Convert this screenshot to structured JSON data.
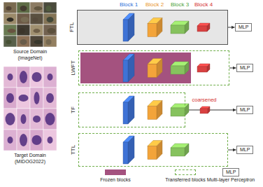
{
  "diagram": {
    "nodes": [
      {
        "text": [
          "FTL"
        ]
      },
      {
        "text": [
          "MLP"
        ]
      },
      {
        "text": [
          "LWFT"
        ]
      },
      {
        "text": [
          "MLP"
        ]
      },
      {
        "text": [
          "TF"
        ]
      },
      {
        "text": [
          "MLP"
        ]
      },
      {
        "text": [
          "TTL"
        ]
      },
      {
        "text": [
          "MLP"
        ]
      },
      {
        "text": [
          "MLP"
        ]
      }
    ],
    "edges": [
      {
        "from": 0,
        "to": 1,
        "arrow": "to"
      },
      {
        "from": 2,
        "to": 3,
        "arrow": "to"
      },
      {
        "from": 4,
        "to": 5,
        "arrow": "to"
      },
      {
        "from": 6,
        "to": 7,
        "arrow": "to"
      }
    ],
    "labels": [
      "Block 1",
      "Block 2",
      "Block 3",
      "Block 4",
      "Source Domain (ImageNet)",
      "Target Domain (MIDOG2022)",
      "coarsened"
    ],
    "legend": [
      {
        "text": "Frozen blocks",
        "color": "#a4527f"
      },
      {
        "text": "Transferred blocks"
      },
      {
        "text": "Multi-layer Perceptron"
      }
    ]
  }
}
